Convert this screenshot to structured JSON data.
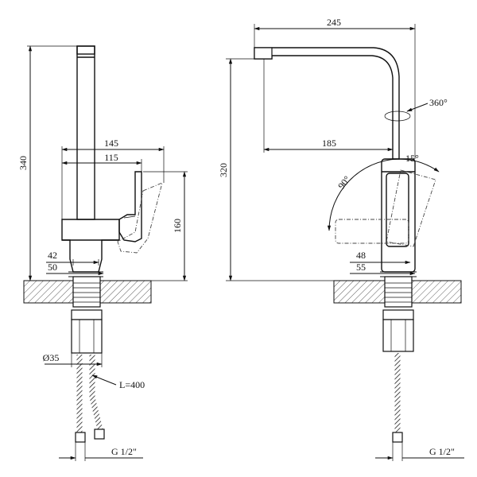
{
  "front_view": {
    "dim_total_height": "340",
    "dim_body_height": "160",
    "dim_reach": "145",
    "dim_handle_reach": "115",
    "dim_base_42": "42",
    "dim_base_50": "50",
    "dim_diameter": "Ø35",
    "dim_hose_length": "L=400",
    "dim_thread": "G 1/2\""
  },
  "side_view": {
    "dim_spout_reach": "245",
    "dim_spout_height": "320",
    "dim_spout_inner": "185",
    "dim_rotation": "360°",
    "dim_angle_90": "90°",
    "dim_angle_15": "15°",
    "dim_base_48": "48",
    "dim_base_55": "55",
    "dim_thread": "G 1/2\""
  }
}
